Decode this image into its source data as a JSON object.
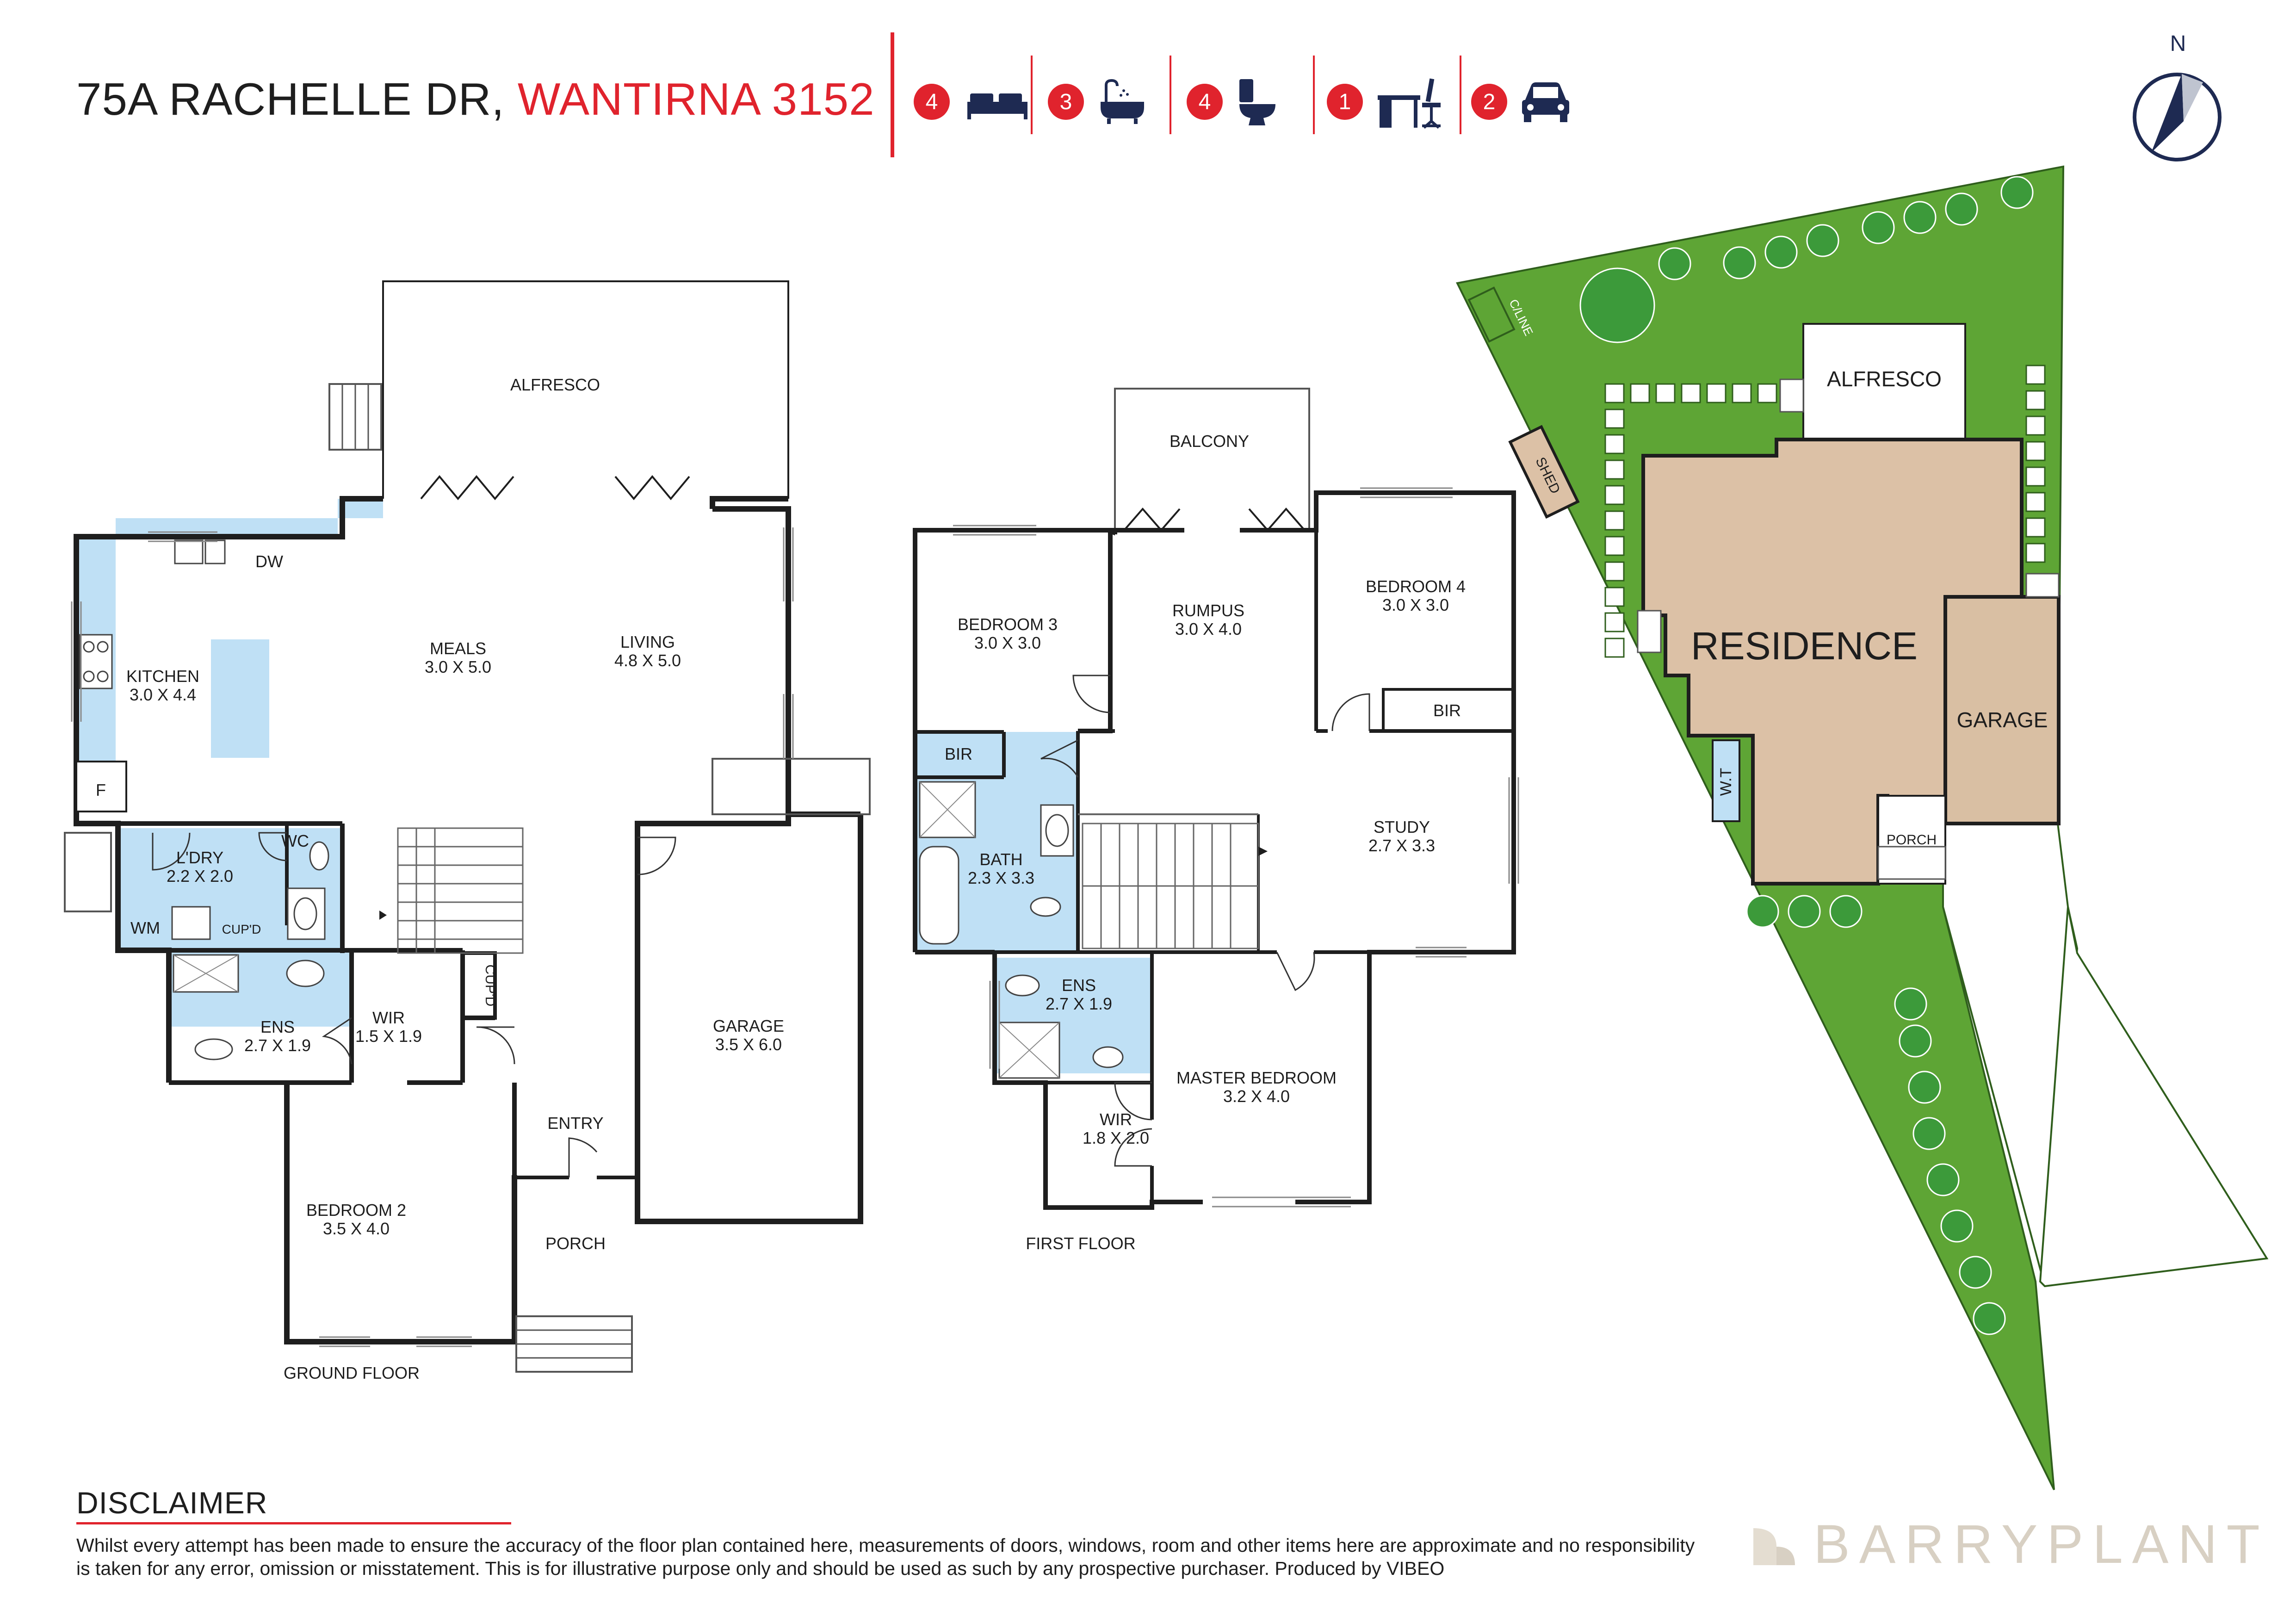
{
  "header": {
    "address": "75A RACHELLE DR,",
    "suburb": "WANTIRNA 3152"
  },
  "features": [
    {
      "count": "4",
      "icon": "bed-icon"
    },
    {
      "count": "3",
      "icon": "bath-icon"
    },
    {
      "count": "4",
      "icon": "toilet-icon"
    },
    {
      "count": "1",
      "icon": "study-desk-icon"
    },
    {
      "count": "2",
      "icon": "car-icon"
    }
  ],
  "compass": {
    "label": "N"
  },
  "ground_floor": {
    "title": "GROUND FLOOR",
    "rooms": {
      "alfresco": "ALFRESCO",
      "meals_name": "MEALS",
      "meals_dim": "3.0 X 5.0",
      "living_name": "LIVING",
      "living_dim": "4.8 X 5.0",
      "kitchen_name": "KITCHEN",
      "kitchen_dim": "3.0 X 4.4",
      "dw": "DW",
      "fridge": "F",
      "laundry_name": "L'DRY",
      "laundry_dim": "2.2 X 2.0",
      "wc": "WC",
      "wm": "WM",
      "cupd": "CUP'D",
      "cupd2": "CUP'D",
      "ens_name": "ENS",
      "ens_dim": "2.7 X 1.9",
      "wir_name": "WIR",
      "wir_dim": "1.5 X 1.9",
      "garage_name": "GARAGE",
      "garage_dim": "3.5 X 6.0",
      "entry": "ENTRY",
      "porch": "PORCH",
      "bed2_name": "BEDROOM 2",
      "bed2_dim": "3.5 X 4.0"
    }
  },
  "first_floor": {
    "title": "FIRST FLOOR",
    "rooms": {
      "balcony": "BALCONY",
      "bed3_name": "BEDROOM 3",
      "bed3_dim": "3.0 X 3.0",
      "rumpus_name": "RUMPUS",
      "rumpus_dim": "3.0 X 4.0",
      "bed4_name": "BEDROOM 4",
      "bed4_dim": "3.0 X 3.0",
      "bir1": "BIR",
      "bir2": "BIR",
      "bath_name": "BATH",
      "bath_dim": "2.3 X 3.3",
      "study_name": "STUDY",
      "study_dim": "2.7 X 3.3",
      "ens_name": "ENS",
      "ens_dim": "2.7 X 1.9",
      "wir_name": "WIR",
      "wir_dim": "1.8 X 2.0",
      "master_name": "MASTER BEDROOM",
      "master_dim": "3.2 X 4.0"
    }
  },
  "site_plan": {
    "alfresco": "ALFRESCO",
    "residence": "RESIDENCE",
    "garage": "GARAGE",
    "porch": "PORCH",
    "shed": "SHED",
    "clothesline": "C/LINE",
    "water_tank": "W.T",
    "lawn_color": "#5ea535",
    "residence_color": "#dcc1a6"
  },
  "disclaimer": {
    "title": "DISCLAIMER",
    "text": "Whilst every attempt has been made to ensure the accuracy of the floor plan contained here, measurements of doors, windows, room and other items here are approximate and no responsibility is taken for any error, omission or misstatement. This is for illustrative purpose only and should be used as such by any prospective purchaser. Produced by VIBEO"
  },
  "brand": {
    "name": "BARRYPLANT"
  },
  "colors": {
    "accent": "#e0232d",
    "wet_area": "#bfe0f5",
    "wall": "#1e1e1e"
  }
}
